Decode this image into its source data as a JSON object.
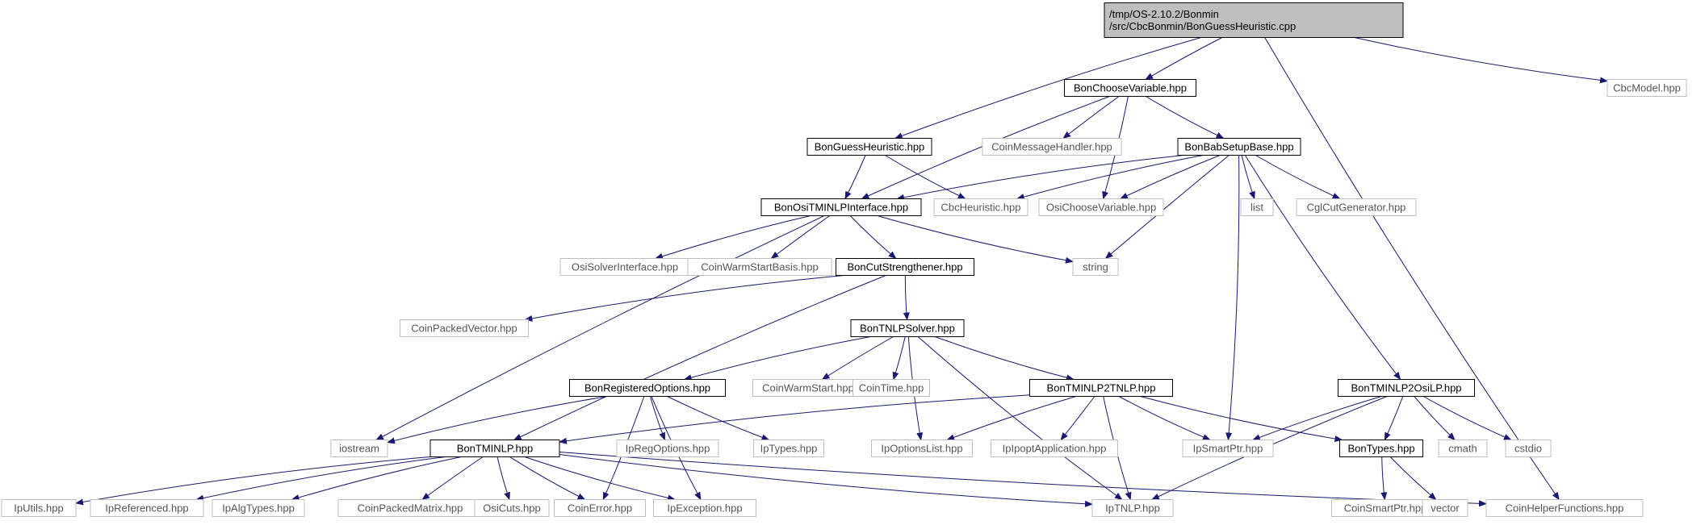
{
  "colors": {
    "edge": "#191970",
    "root_fill": "#bfbfbf",
    "root_stroke": "#000000",
    "local_stroke": "#000000",
    "external_stroke": "#bfbfbf",
    "external_text": "#555555"
  },
  "nodes": [
    {
      "id": "root",
      "lines": [
        "/tmp/OS-2.10.2/Bonmin",
        "/src/CbcBonmin/BonGuessHeuristic.cpp"
      ],
      "kind": "root"
    },
    {
      "id": "bonchoosevariable",
      "lines": [
        "BonChooseVariable.hpp"
      ],
      "kind": "local"
    },
    {
      "id": "cbcmodel",
      "lines": [
        "CbcModel.hpp"
      ],
      "kind": "external"
    },
    {
      "id": "bonguessheuristic",
      "lines": [
        "BonGuessHeuristic.hpp"
      ],
      "kind": "local"
    },
    {
      "id": "coinmessagehandler",
      "lines": [
        "CoinMessageHandler.hpp"
      ],
      "kind": "external"
    },
    {
      "id": "bonbabsetupbase",
      "lines": [
        "BonBabSetupBase.hpp"
      ],
      "kind": "local"
    },
    {
      "id": "bonositminlpinterface",
      "lines": [
        "BonOsiTMINLPInterface.hpp"
      ],
      "kind": "local"
    },
    {
      "id": "cbcheuristic",
      "lines": [
        "CbcHeuristic.hpp"
      ],
      "kind": "external"
    },
    {
      "id": "osichoosevariable",
      "lines": [
        "OsiChooseVariable.hpp"
      ],
      "kind": "external"
    },
    {
      "id": "list",
      "lines": [
        "list"
      ],
      "kind": "external"
    },
    {
      "id": "cglcutgenerator",
      "lines": [
        "CglCutGenerator.hpp"
      ],
      "kind": "external"
    },
    {
      "id": "osisolverinterface",
      "lines": [
        "OsiSolverInterface.hpp"
      ],
      "kind": "external"
    },
    {
      "id": "coinwarmstartbasis",
      "lines": [
        "CoinWarmStartBasis.hpp"
      ],
      "kind": "external"
    },
    {
      "id": "boncutstrengthener",
      "lines": [
        "BonCutStrengthener.hpp"
      ],
      "kind": "local"
    },
    {
      "id": "string",
      "lines": [
        "string"
      ],
      "kind": "external"
    },
    {
      "id": "coinpackedvector",
      "lines": [
        "CoinPackedVector.hpp"
      ],
      "kind": "external"
    },
    {
      "id": "bontnlpsolver",
      "lines": [
        "BonTNLPSolver.hpp"
      ],
      "kind": "local"
    },
    {
      "id": "bonregisteredoptions",
      "lines": [
        "BonRegisteredOptions.hpp"
      ],
      "kind": "local"
    },
    {
      "id": "coinwarmstart",
      "lines": [
        "CoinWarmStart.hpp"
      ],
      "kind": "external"
    },
    {
      "id": "cointime",
      "lines": [
        "CoinTime.hpp"
      ],
      "kind": "external"
    },
    {
      "id": "bontminlp2tnlp",
      "lines": [
        "BonTMINLP2TNLP.hpp"
      ],
      "kind": "local"
    },
    {
      "id": "bontminlp2osilp",
      "lines": [
        "BonTMINLP2OsiLP.hpp"
      ],
      "kind": "local"
    },
    {
      "id": "iostream",
      "lines": [
        "iostream"
      ],
      "kind": "external"
    },
    {
      "id": "bontminlp",
      "lines": [
        "BonTMINLP.hpp"
      ],
      "kind": "local"
    },
    {
      "id": "ipregoptions",
      "lines": [
        "IpRegOptions.hpp"
      ],
      "kind": "external"
    },
    {
      "id": "iptypes",
      "lines": [
        "IpTypes.hpp"
      ],
      "kind": "external"
    },
    {
      "id": "ipoptionslist",
      "lines": [
        "IpOptionsList.hpp"
      ],
      "kind": "external"
    },
    {
      "id": "ipipoptapplication",
      "lines": [
        "IpIpoptApplication.hpp"
      ],
      "kind": "external"
    },
    {
      "id": "ipsmartptr",
      "lines": [
        "IpSmartPtr.hpp"
      ],
      "kind": "external"
    },
    {
      "id": "bontypes",
      "lines": [
        "BonTypes.hpp"
      ],
      "kind": "local"
    },
    {
      "id": "cmath",
      "lines": [
        "cmath"
      ],
      "kind": "external"
    },
    {
      "id": "cstdio",
      "lines": [
        "cstdio"
      ],
      "kind": "external"
    },
    {
      "id": "iputils",
      "lines": [
        "IpUtils.hpp"
      ],
      "kind": "external"
    },
    {
      "id": "ipreferenced",
      "lines": [
        "IpReferenced.hpp"
      ],
      "kind": "external"
    },
    {
      "id": "ipalgtypes",
      "lines": [
        "IpAlgTypes.hpp"
      ],
      "kind": "external"
    },
    {
      "id": "coinpackedmatrix",
      "lines": [
        "CoinPackedMatrix.hpp"
      ],
      "kind": "external"
    },
    {
      "id": "osicuts",
      "lines": [
        "OsiCuts.hpp"
      ],
      "kind": "external"
    },
    {
      "id": "coinerror",
      "lines": [
        "CoinError.hpp"
      ],
      "kind": "external"
    },
    {
      "id": "ipexception",
      "lines": [
        "IpException.hpp"
      ],
      "kind": "external"
    },
    {
      "id": "iptnlp",
      "lines": [
        "IpTNLP.hpp"
      ],
      "kind": "external"
    },
    {
      "id": "coinsmartptr",
      "lines": [
        "CoinSmartPtr.hpp"
      ],
      "kind": "external"
    },
    {
      "id": "vector",
      "lines": [
        "vector"
      ],
      "kind": "external"
    },
    {
      "id": "coinhelperfunctions",
      "lines": [
        "CoinHelperFunctions.hpp"
      ],
      "kind": "external"
    }
  ],
  "edges": [
    [
      "root",
      "bonchoosevariable"
    ],
    [
      "root",
      "cbcmodel"
    ],
    [
      "root",
      "bonguessheuristic"
    ],
    [
      "root",
      "coinhelperfunctions"
    ],
    [
      "bonchoosevariable",
      "coinmessagehandler"
    ],
    [
      "bonchoosevariable",
      "bonbabsetupbase"
    ],
    [
      "bonchoosevariable",
      "bonositminlpinterface"
    ],
    [
      "bonchoosevariable",
      "osichoosevariable"
    ],
    [
      "bonguessheuristic",
      "bonositminlpinterface"
    ],
    [
      "bonguessheuristic",
      "cbcheuristic"
    ],
    [
      "bonbabsetupbase",
      "bonositminlpinterface"
    ],
    [
      "bonbabsetupbase",
      "cbcheuristic"
    ],
    [
      "bonbabsetupbase",
      "osichoosevariable"
    ],
    [
      "bonbabsetupbase",
      "list"
    ],
    [
      "bonbabsetupbase",
      "cglcutgenerator"
    ],
    [
      "bonbabsetupbase",
      "string"
    ],
    [
      "bonbabsetupbase",
      "ipsmartptr"
    ],
    [
      "bonbabsetupbase",
      "bontminlp2osilp"
    ],
    [
      "bonositminlpinterface",
      "osisolverinterface"
    ],
    [
      "bonositminlpinterface",
      "coinwarmstartbasis"
    ],
    [
      "bonositminlpinterface",
      "boncutstrengthener"
    ],
    [
      "bonositminlpinterface",
      "string"
    ],
    [
      "bonositminlpinterface",
      "iostream"
    ],
    [
      "boncutstrengthener",
      "coinpackedvector"
    ],
    [
      "boncutstrengthener",
      "bontnlpsolver"
    ],
    [
      "boncutstrengthener",
      "bontminlp"
    ],
    [
      "bontnlpsolver",
      "bonregisteredoptions"
    ],
    [
      "bontnlpsolver",
      "coinwarmstart"
    ],
    [
      "bontnlpsolver",
      "cointime"
    ],
    [
      "bontnlpsolver",
      "bontminlp2tnlp"
    ],
    [
      "bontnlpsolver",
      "ipoptionslist"
    ],
    [
      "bontnlpsolver",
      "iptnlp"
    ],
    [
      "bonregisteredoptions",
      "iostream"
    ],
    [
      "bonregisteredoptions",
      "ipregoptions"
    ],
    [
      "bonregisteredoptions",
      "iptypes"
    ],
    [
      "bonregisteredoptions",
      "coinerror"
    ],
    [
      "bonregisteredoptions",
      "ipexception"
    ],
    [
      "bontminlp2tnlp",
      "bontminlp"
    ],
    [
      "bontminlp2tnlp",
      "ipoptionslist"
    ],
    [
      "bontminlp2tnlp",
      "ipipoptapplication"
    ],
    [
      "bontminlp2tnlp",
      "ipsmartptr"
    ],
    [
      "bontminlp2tnlp",
      "bontypes"
    ],
    [
      "bontminlp2tnlp",
      "iptnlp"
    ],
    [
      "bontminlp2osilp",
      "ipsmartptr"
    ],
    [
      "bontminlp2osilp",
      "bontypes"
    ],
    [
      "bontminlp2osilp",
      "cmath"
    ],
    [
      "bontminlp2osilp",
      "cstdio"
    ],
    [
      "bontminlp2osilp",
      "iptnlp"
    ],
    [
      "bontminlp",
      "iputils"
    ],
    [
      "bontminlp",
      "ipreferenced"
    ],
    [
      "bontminlp",
      "ipalgtypes"
    ],
    [
      "bontminlp",
      "coinpackedmatrix"
    ],
    [
      "bontminlp",
      "osicuts"
    ],
    [
      "bontminlp",
      "coinerror"
    ],
    [
      "bontminlp",
      "ipexception"
    ],
    [
      "bontminlp",
      "iptnlp"
    ],
    [
      "bontminlp",
      "coinhelperfunctions"
    ],
    [
      "bontypes",
      "coinsmartptr"
    ],
    [
      "bontypes",
      "vector"
    ]
  ]
}
